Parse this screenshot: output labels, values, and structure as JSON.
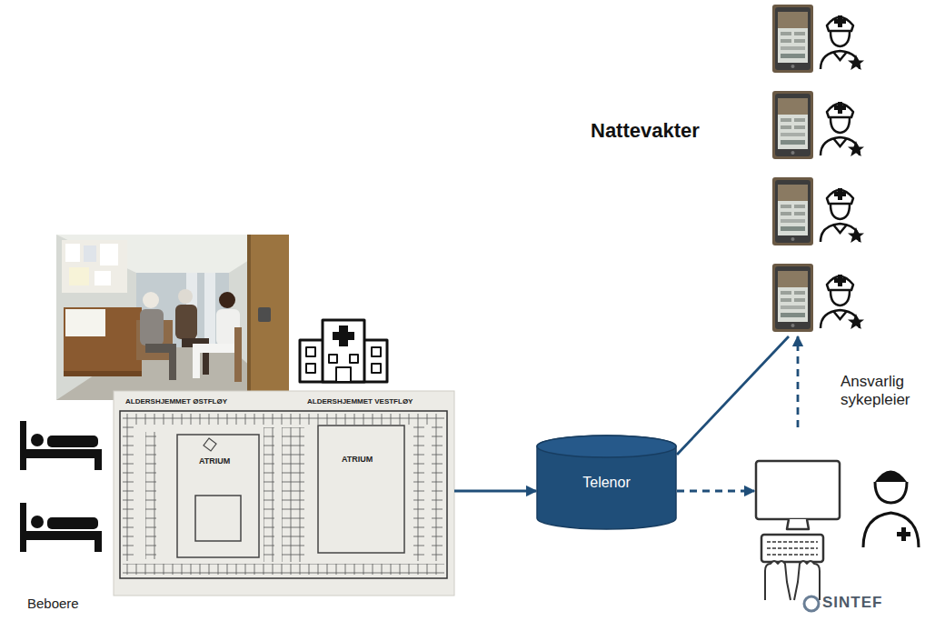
{
  "diagram": {
    "nodes": [
      {
        "text": [
          "ALDERSHJEMMET ØSTFLØY",
          "ALDERSHJEMMET VESTFLØY",
          "ATRIUM",
          "ATRIUM"
        ]
      },
      {
        "text": [
          "Telenor"
        ]
      },
      {
        "text": [
          "Nattevakter"
        ]
      },
      {
        "text": [
          "Ansvarlig sykepleier"
        ]
      }
    ],
    "edges": [
      {
        "from": 0,
        "to": 1,
        "arrow": "to"
      },
      {
        "from": 1,
        "to": 2,
        "arrow": "none"
      },
      {
        "from": 1,
        "to": 3,
        "arrow": "to"
      },
      {
        "from": 3,
        "to": 2,
        "arrow": "to"
      }
    ],
    "labels": [
      "Beboere",
      "SINTEF"
    ]
  }
}
